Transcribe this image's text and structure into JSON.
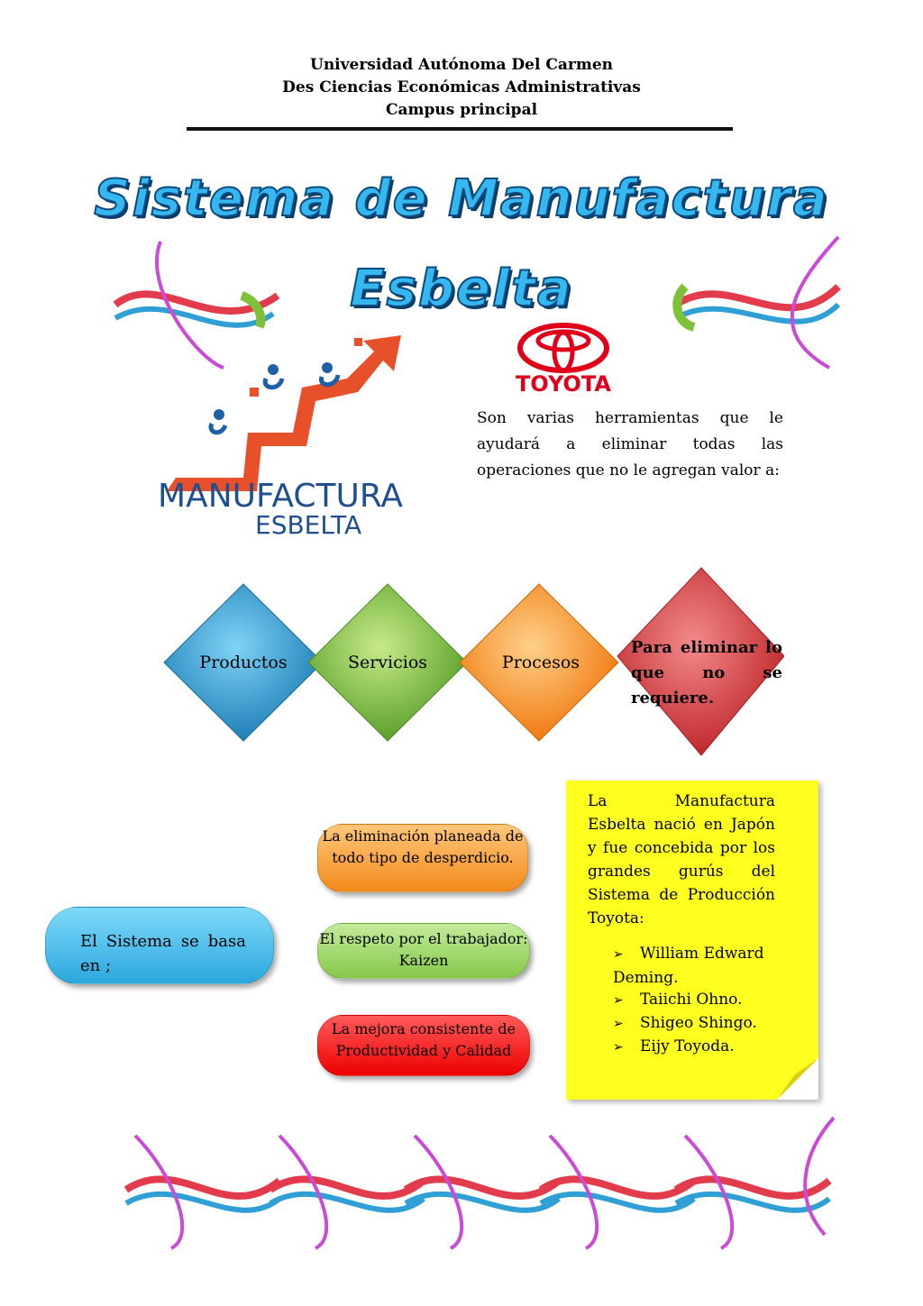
{
  "header": {
    "line1": "Universidad Autónoma Del Carmen",
    "line2": "Des  Ciencias Económicas Administrativas",
    "line3": "Campus principal"
  },
  "title": {
    "line1": "Sistema de Manufactura",
    "line2": "Esbelta"
  },
  "logos": {
    "manufactura_line1": "MANUFACTURA",
    "manufactura_line2": "ESBELTA",
    "toyota": "TOYOTA"
  },
  "intro_text": "Son varias herramientas que le ayudará a eliminar todas las operaciones que no le agregan valor a:",
  "diamonds": [
    {
      "label": "Productos",
      "color": "#2aa3d6"
    },
    {
      "label": "Servicios",
      "color": "#7fbf3b"
    },
    {
      "label": "Procesos",
      "color": "#f7941d"
    },
    {
      "label": "Para eliminar lo que no se requiere.",
      "color": "#d8343a"
    }
  ],
  "basis": {
    "label": "El Sistema se basa en ;",
    "items": [
      {
        "text": "La eliminación planeada de todo tipo de desperdicio.",
        "color": "#f7941d"
      },
      {
        "text": "El respeto por el trabajador: Kaizen",
        "color": "#9bd46a"
      },
      {
        "text": "La mejora consistente de Productividad y Calidad",
        "color": "#ff1a1a"
      }
    ]
  },
  "note": {
    "paragraph": "La Manufactura Esbelta nació en Japón y fue concebida por los grandes gurús del Sistema de Producción Toyota:",
    "items": [
      "William Edward Deming.",
      "Taiichi Ohno.",
      "Shigeo Shingo.",
      "Eijy Toyoda."
    ]
  }
}
